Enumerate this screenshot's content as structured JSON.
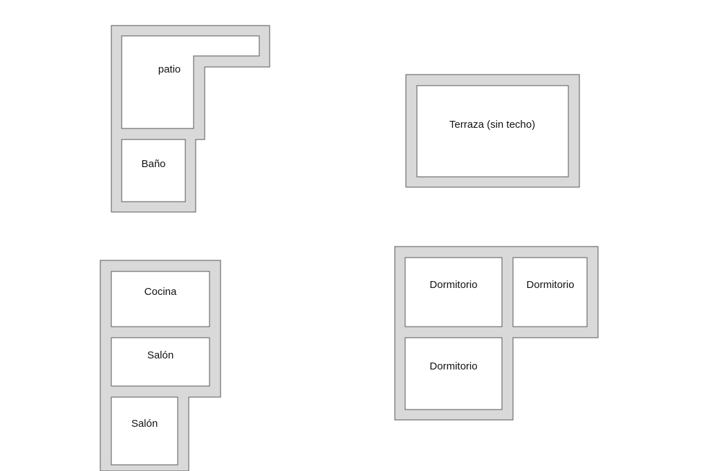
{
  "colors": {
    "wall": "#d9d9d9",
    "outline": "#555555",
    "room": "#ffffff",
    "text": "#111111"
  },
  "blocks": [
    {
      "name": "block-patio-bano",
      "rooms": [
        {
          "label": "patio"
        },
        {
          "label": "Baño"
        }
      ]
    },
    {
      "name": "block-terraza",
      "rooms": [
        {
          "label": "Terraza (sin techo)"
        }
      ]
    },
    {
      "name": "block-cocina-salon",
      "rooms": [
        {
          "label": "Cocina"
        },
        {
          "label": "Salón"
        },
        {
          "label": "Salón"
        }
      ]
    },
    {
      "name": "block-dormitorios",
      "rooms": [
        {
          "label": "Dormitorio"
        },
        {
          "label": "Dormitorio"
        },
        {
          "label": "Dormitorio"
        }
      ]
    }
  ]
}
